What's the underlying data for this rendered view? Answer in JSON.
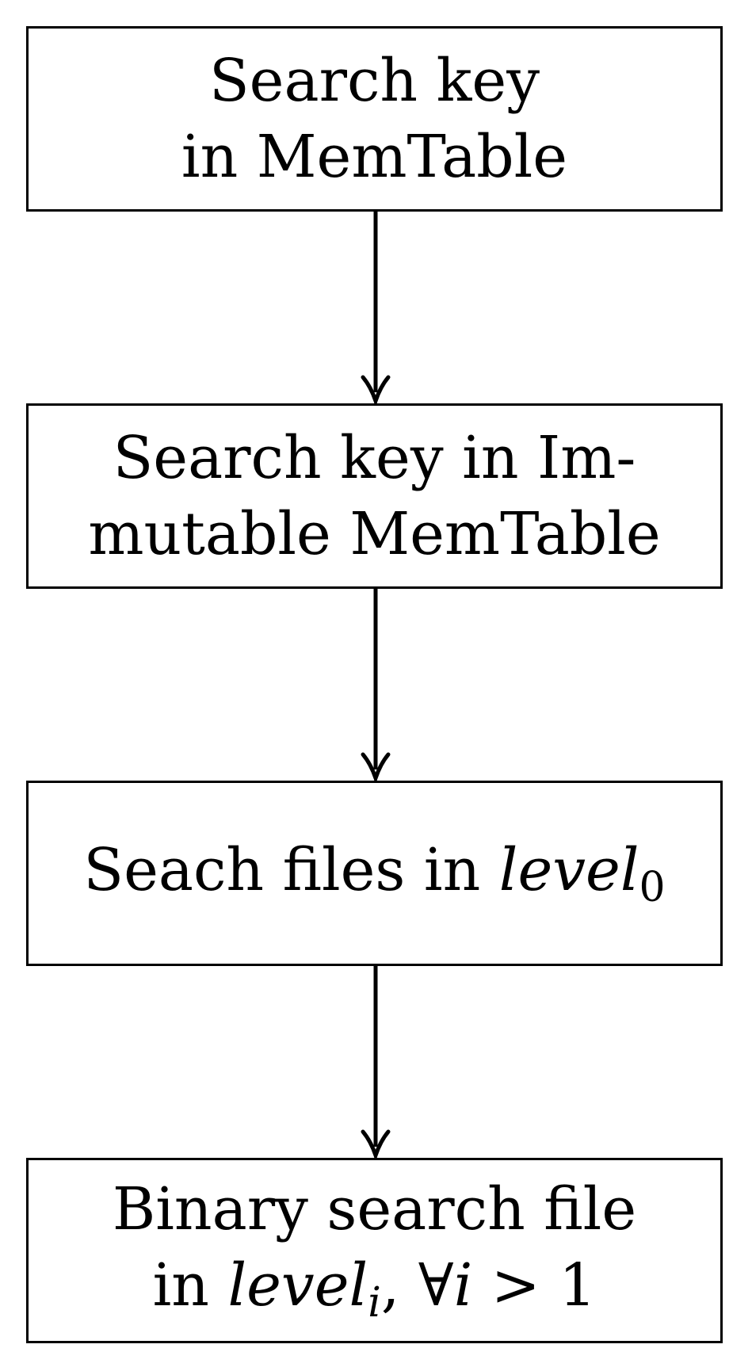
{
  "diagram": {
    "stroke_color": "#000000",
    "background_color": "#ffffff",
    "steps": [
      {
        "lines": [
          "Search key",
          "in MemTable"
        ]
      },
      {
        "lines": [
          "Search key in Im-",
          "mutable MemTable"
        ]
      },
      {
        "prefix": "Seach files in ",
        "math_base": "level",
        "math_subscript": "0"
      },
      {
        "line_1": "Binary search file",
        "line_2_prefix": "in ",
        "line_2_math_base": "level",
        "line_2_math_subscript": "i",
        "line_2_math_rest": ", ∀",
        "line_2_math_var": "i",
        "line_2_tail": " > 1"
      }
    ],
    "arrows": [
      {
        "from": "step-1",
        "to": "step-2"
      },
      {
        "from": "step-2",
        "to": "step-3"
      },
      {
        "from": "step-3",
        "to": "step-4"
      }
    ]
  }
}
